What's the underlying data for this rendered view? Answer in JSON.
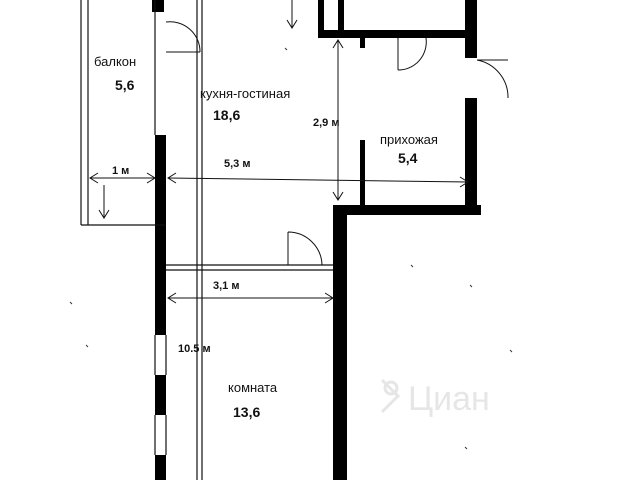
{
  "rooms": {
    "balcony": {
      "name": "балкон",
      "area": "5,6"
    },
    "kitchen": {
      "name": "кухня-гостиная",
      "area": "18,6"
    },
    "hallway": {
      "name": "прихожая",
      "area": "5,4"
    },
    "bedroom": {
      "name": "комната",
      "area": "13,6"
    }
  },
  "dimensions": {
    "balcony_width": "1 м",
    "kitchen_width": "5,3 м",
    "kitchen_height": "2,9 м",
    "room_width": "3,1 м",
    "total_length": "10.5 м"
  },
  "watermark": "Циан",
  "colors": {
    "wall": "#000000",
    "line": "#111111",
    "watermark": "#e6e6e6"
  }
}
